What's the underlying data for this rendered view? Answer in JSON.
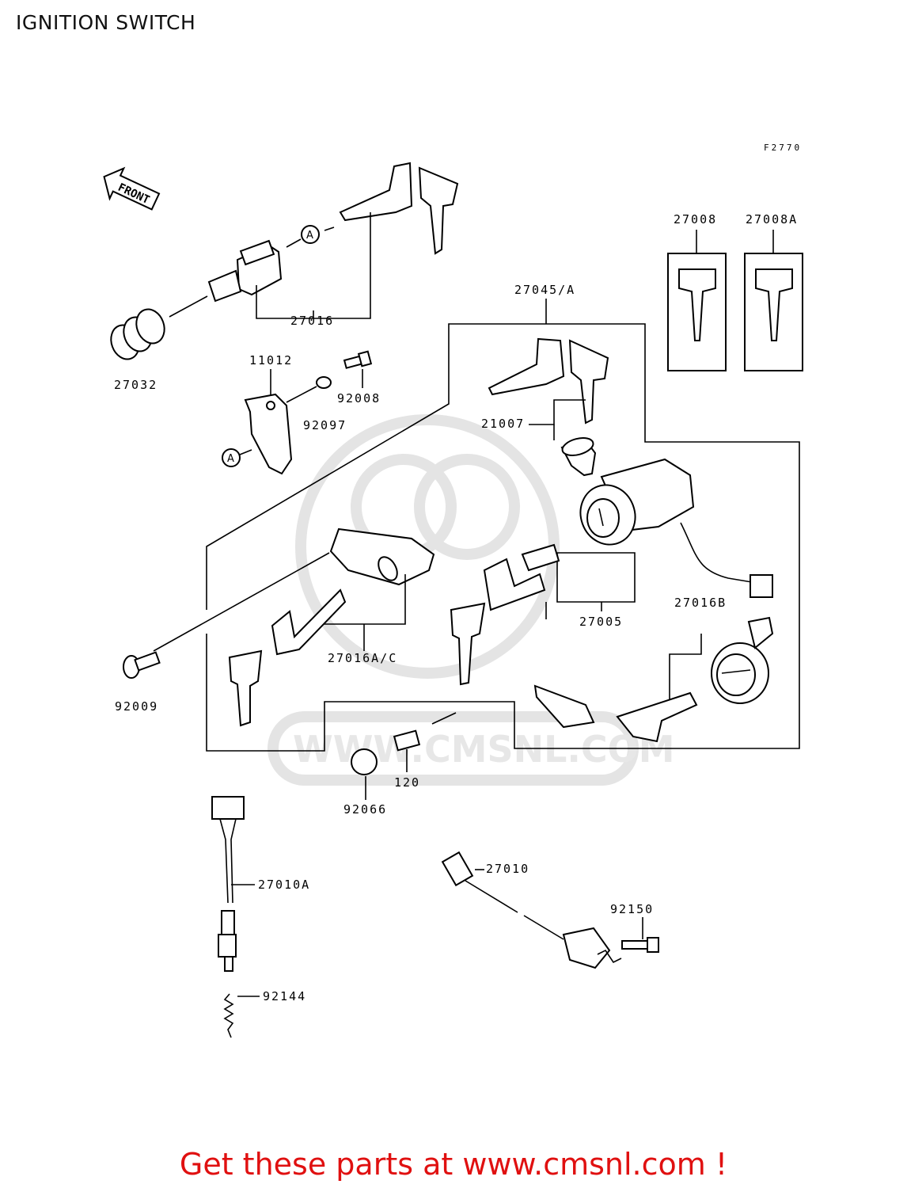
{
  "title": "IGNITION SWITCH",
  "figure_code": "F2770",
  "front_label": "FRONT",
  "watermark": "WWW.CMSNL.COM",
  "ref_marker": "A",
  "labels": {
    "p27016": "27016",
    "p27032": "27032",
    "p11012": "11012",
    "p92008": "92008",
    "p92097": "92097",
    "p27045a": "27045/A",
    "p21007": "21007",
    "p27008": "27008",
    "p27008a": "27008A",
    "p27005": "27005",
    "p27016ac": "27016A/C",
    "p27016b": "27016B",
    "p92009": "92009",
    "p120": "120",
    "p92066": "92066",
    "p27010a": "27010A",
    "p27010": "27010",
    "p92150": "92150",
    "p92144": "92144"
  },
  "footer": "Get these parts at www.cmsnl.com !",
  "colors": {
    "footer": "#e01010",
    "watermark": "#e4e4e4"
  }
}
